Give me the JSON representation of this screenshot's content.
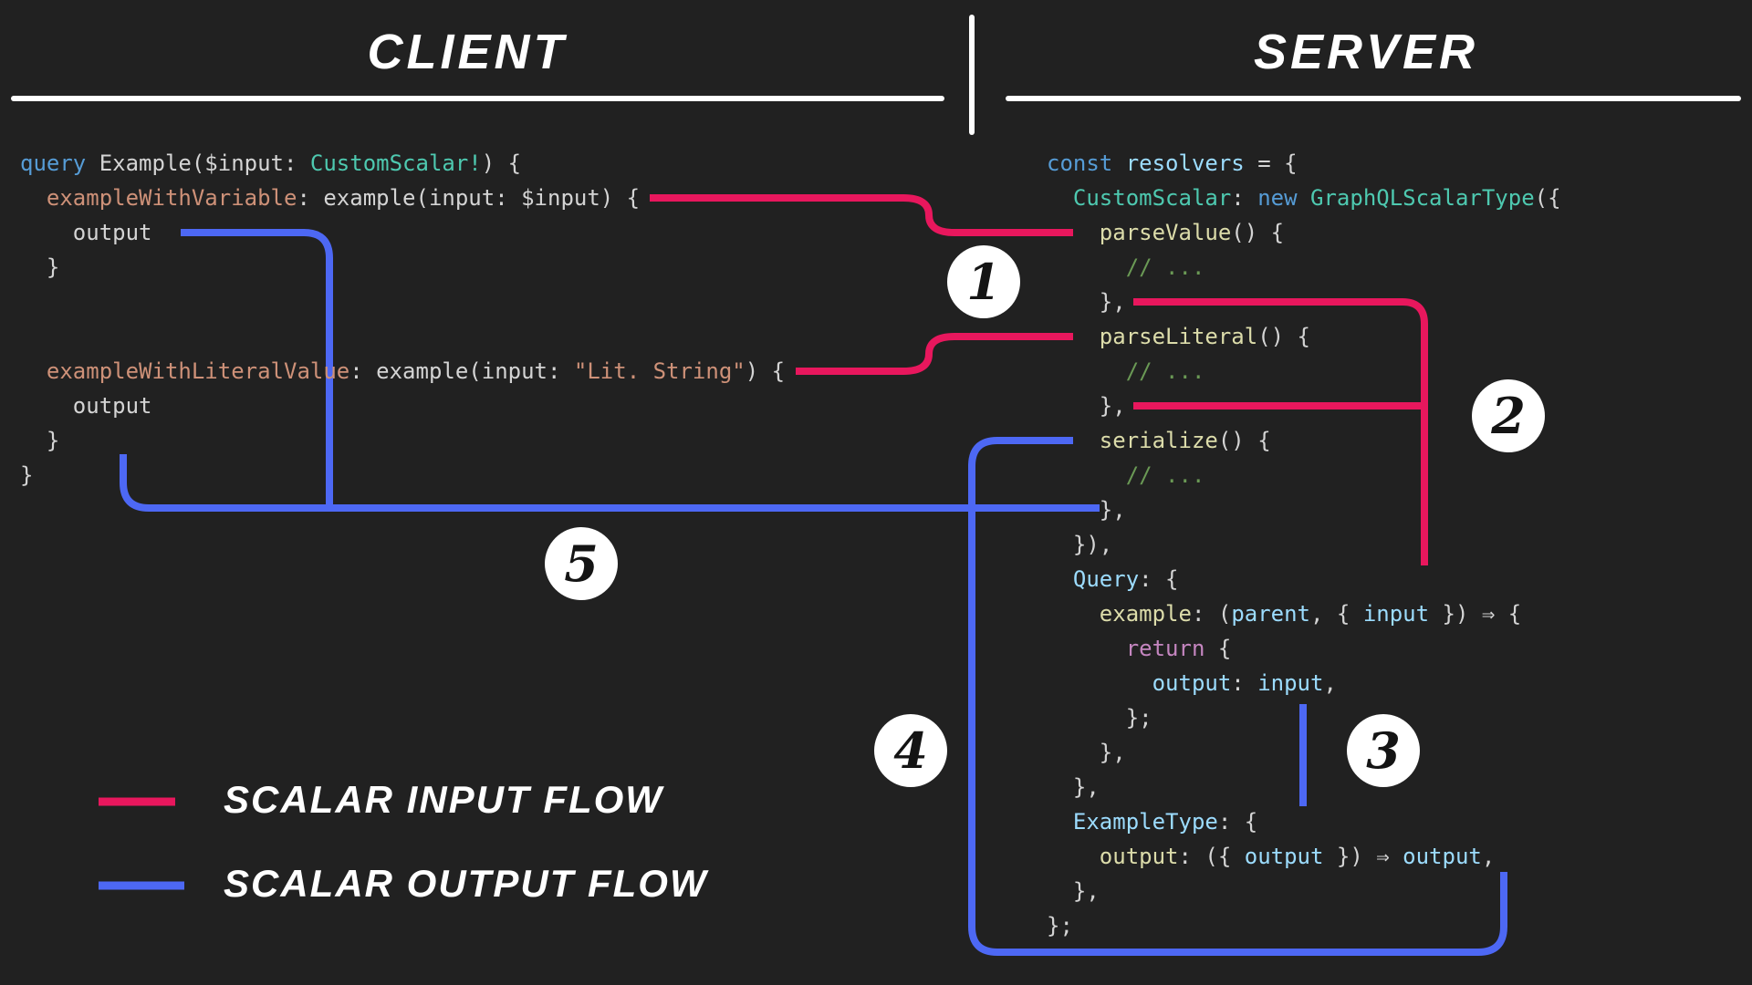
{
  "headers": {
    "client": "CLIENT",
    "server": "SERVER"
  },
  "badges": [
    "1",
    "2",
    "3",
    "4",
    "5"
  ],
  "legend": {
    "input_label": "SCALAR INPUT FLOW",
    "output_label": "SCALAR OUTPUT FLOW"
  },
  "colors": {
    "background": "#212121",
    "flow_input": "#e8175d",
    "flow_output": "#4d68f4",
    "divider": "#ffffff",
    "syntax": {
      "keyword": "#569cd6",
      "control": "#c586c0",
      "function": "#dcdcaa",
      "type": "#4ec9b0",
      "property": "#9cdcfe",
      "string": "#ce9178",
      "comment": "#6a9955",
      "plain": "#d4d4d4"
    }
  },
  "client_code": {
    "lines": [
      {
        "tokens": [
          {
            "t": "query",
            "c": "kw"
          },
          {
            "t": " Example(",
            "c": "plain"
          },
          {
            "t": "$input",
            "c": "plain"
          },
          {
            "t": ": ",
            "c": "plain"
          },
          {
            "t": "CustomScalar!",
            "c": "type"
          },
          {
            "t": ") {",
            "c": "plain"
          }
        ]
      },
      {
        "tokens": [
          {
            "t": "  ",
            "c": "plain"
          },
          {
            "t": "exampleWithVariable",
            "c": "str"
          },
          {
            "t": ": example(input: $input) {",
            "c": "plain"
          }
        ]
      },
      {
        "tokens": [
          {
            "t": "    output",
            "c": "plain"
          }
        ]
      },
      {
        "tokens": [
          {
            "t": "  }",
            "c": "plain"
          }
        ]
      },
      {
        "tokens": []
      },
      {
        "tokens": []
      },
      {
        "tokens": [
          {
            "t": "  ",
            "c": "plain"
          },
          {
            "t": "exampleWithLiteralValue",
            "c": "str"
          },
          {
            "t": ": example(input: ",
            "c": "plain"
          },
          {
            "t": "\"Lit. String\"",
            "c": "str"
          },
          {
            "t": ") {",
            "c": "plain"
          }
        ]
      },
      {
        "tokens": [
          {
            "t": "    output",
            "c": "plain"
          }
        ]
      },
      {
        "tokens": [
          {
            "t": "  }",
            "c": "plain"
          }
        ]
      },
      {
        "tokens": [
          {
            "t": "}",
            "c": "plain"
          }
        ]
      }
    ]
  },
  "server_code": {
    "lines": [
      {
        "tokens": [
          {
            "t": "const",
            "c": "kw"
          },
          {
            "t": " ",
            "c": "plain"
          },
          {
            "t": "resolvers",
            "c": "prop"
          },
          {
            "t": " = {",
            "c": "plain"
          }
        ]
      },
      {
        "tokens": [
          {
            "t": "  ",
            "c": "plain"
          },
          {
            "t": "CustomScalar",
            "c": "type"
          },
          {
            "t": ": ",
            "c": "plain"
          },
          {
            "t": "new",
            "c": "kw"
          },
          {
            "t": " ",
            "c": "plain"
          },
          {
            "t": "GraphQLScalarType",
            "c": "type"
          },
          {
            "t": "({",
            "c": "plain"
          }
        ]
      },
      {
        "tokens": [
          {
            "t": "    ",
            "c": "plain"
          },
          {
            "t": "parseValue",
            "c": "fn"
          },
          {
            "t": "() {",
            "c": "plain"
          }
        ]
      },
      {
        "tokens": [
          {
            "t": "      ",
            "c": "plain"
          },
          {
            "t": "// ...",
            "c": "com"
          }
        ]
      },
      {
        "tokens": [
          {
            "t": "    },",
            "c": "plain"
          }
        ]
      },
      {
        "tokens": [
          {
            "t": "    ",
            "c": "plain"
          },
          {
            "t": "parseLiteral",
            "c": "fn"
          },
          {
            "t": "() {",
            "c": "plain"
          }
        ]
      },
      {
        "tokens": [
          {
            "t": "      ",
            "c": "plain"
          },
          {
            "t": "// ...",
            "c": "com"
          }
        ]
      },
      {
        "tokens": [
          {
            "t": "    },",
            "c": "plain"
          }
        ]
      },
      {
        "tokens": [
          {
            "t": "    ",
            "c": "plain"
          },
          {
            "t": "serialize",
            "c": "fn"
          },
          {
            "t": "() {",
            "c": "plain"
          }
        ]
      },
      {
        "tokens": [
          {
            "t": "      ",
            "c": "plain"
          },
          {
            "t": "// ...",
            "c": "com"
          }
        ]
      },
      {
        "tokens": [
          {
            "t": "    },",
            "c": "plain"
          }
        ]
      },
      {
        "tokens": [
          {
            "t": "  }),",
            "c": "plain"
          }
        ]
      },
      {
        "tokens": [
          {
            "t": "  ",
            "c": "plain"
          },
          {
            "t": "Query",
            "c": "prop"
          },
          {
            "t": ": {",
            "c": "plain"
          }
        ]
      },
      {
        "tokens": [
          {
            "t": "    ",
            "c": "plain"
          },
          {
            "t": "example",
            "c": "fn"
          },
          {
            "t": ": (",
            "c": "plain"
          },
          {
            "t": "parent",
            "c": "prop"
          },
          {
            "t": ", { ",
            "c": "plain"
          },
          {
            "t": "input",
            "c": "prop"
          },
          {
            "t": " }) ",
            "c": "plain"
          },
          {
            "t": "⇒",
            "c": "plain"
          },
          {
            "t": " {",
            "c": "plain"
          }
        ]
      },
      {
        "tokens": [
          {
            "t": "      ",
            "c": "plain"
          },
          {
            "t": "return",
            "c": "ctrl"
          },
          {
            "t": " {",
            "c": "plain"
          }
        ]
      },
      {
        "tokens": [
          {
            "t": "        ",
            "c": "plain"
          },
          {
            "t": "output",
            "c": "prop"
          },
          {
            "t": ": ",
            "c": "plain"
          },
          {
            "t": "input",
            "c": "prop"
          },
          {
            "t": ",",
            "c": "plain"
          }
        ]
      },
      {
        "tokens": [
          {
            "t": "      };",
            "c": "plain"
          }
        ]
      },
      {
        "tokens": [
          {
            "t": "    },",
            "c": "plain"
          }
        ]
      },
      {
        "tokens": [
          {
            "t": "  },",
            "c": "plain"
          }
        ]
      },
      {
        "tokens": [
          {
            "t": "  ",
            "c": "plain"
          },
          {
            "t": "ExampleType",
            "c": "prop"
          },
          {
            "t": ": {",
            "c": "plain"
          }
        ]
      },
      {
        "tokens": [
          {
            "t": "    ",
            "c": "plain"
          },
          {
            "t": "output",
            "c": "fn"
          },
          {
            "t": ": ({ ",
            "c": "plain"
          },
          {
            "t": "output",
            "c": "prop"
          },
          {
            "t": " }) ",
            "c": "plain"
          },
          {
            "t": "⇒",
            "c": "plain"
          },
          {
            "t": " ",
            "c": "plain"
          },
          {
            "t": "output",
            "c": "prop"
          },
          {
            "t": ",",
            "c": "plain"
          }
        ]
      },
      {
        "tokens": [
          {
            "t": "  },",
            "c": "plain"
          }
        ]
      },
      {
        "tokens": [
          {
            "t": "};",
            "c": "plain"
          }
        ]
      }
    ]
  }
}
